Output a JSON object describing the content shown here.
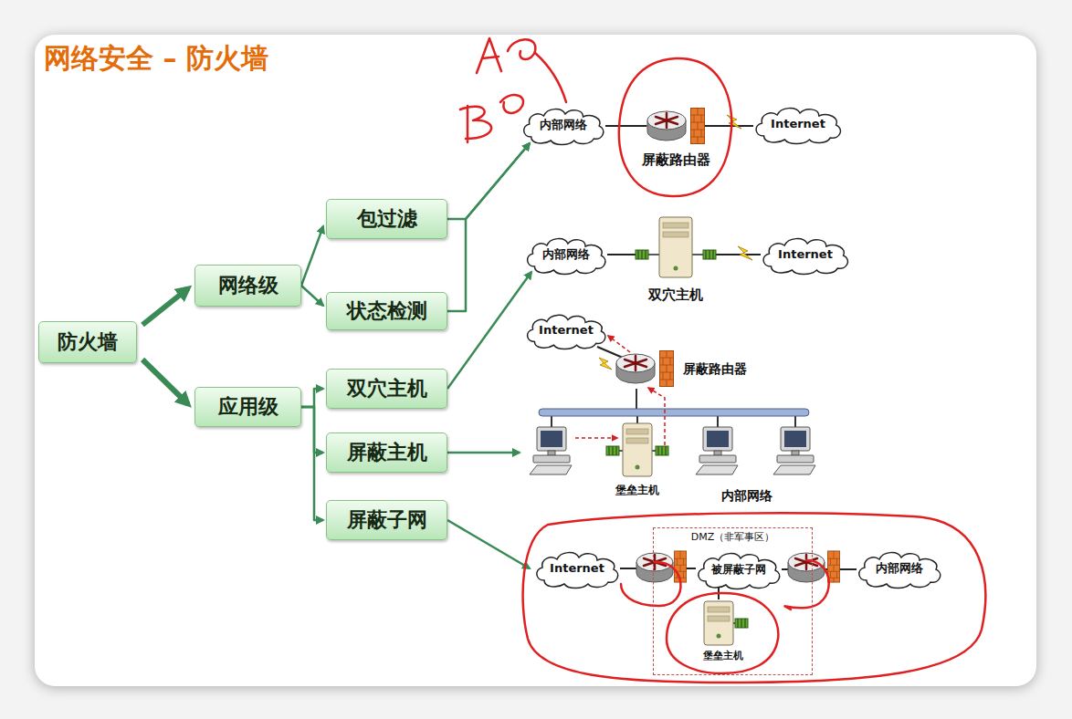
{
  "diagram": {
    "title": "网络安全 – 防火墙",
    "nodes": [
      {
        "text": [
          "防火墙"
        ]
      },
      {
        "text": [
          "网络级"
        ]
      },
      {
        "text": [
          "应用级"
        ]
      },
      {
        "text": [
          "包过滤"
        ]
      },
      {
        "text": [
          "状态检测"
        ]
      },
      {
        "text": [
          "双穴主机"
        ]
      },
      {
        "text": [
          "屏蔽主机"
        ]
      },
      {
        "text": [
          "屏蔽子网"
        ]
      },
      {
        "text": [
          "内部网络"
        ]
      },
      {
        "text": [
          "屏蔽路由器"
        ]
      },
      {
        "text": [
          "Internet"
        ]
      },
      {
        "text": [
          "内部网络"
        ]
      },
      {
        "text": [
          "双穴主机"
        ]
      },
      {
        "text": [
          "Internet"
        ]
      },
      {
        "text": [
          "Internet"
        ]
      },
      {
        "text": [
          "屏蔽路由器"
        ]
      },
      {
        "text": [
          "内部网络"
        ]
      },
      {
        "text": [
          "堡垒主机"
        ],
        "in": 16
      },
      {
        "text": [
          "Internet"
        ]
      },
      {
        "text": [
          "DMZ（非军事区）"
        ]
      },
      {
        "text": [
          "被屏蔽子网"
        ],
        "in": 19
      },
      {
        "text": [
          "内部网络"
        ]
      },
      {
        "text": [
          "堡垒主机"
        ],
        "in": 19
      }
    ],
    "edges": [
      {
        "from": 0,
        "to": 1,
        "arrow": "to"
      },
      {
        "from": 0,
        "to": 2,
        "arrow": "to"
      },
      {
        "from": 1,
        "to": 3,
        "arrow": "to"
      },
      {
        "from": 1,
        "to": 4,
        "arrow": "to"
      },
      {
        "from": 2,
        "to": 5,
        "arrow": "to"
      },
      {
        "from": 2,
        "to": 6,
        "arrow": "to"
      },
      {
        "from": 2,
        "to": 7,
        "arrow": "to"
      },
      {
        "from": 3,
        "to": 8,
        "arrow": "to"
      },
      {
        "from": 4,
        "to": 8,
        "arrow": "to"
      },
      {
        "from": 5,
        "to": 11,
        "arrow": "to"
      },
      {
        "from": 6,
        "to": 16,
        "arrow": "to"
      },
      {
        "from": 7,
        "to": 18,
        "arrow": "to"
      },
      {
        "from": 8,
        "to": 9,
        "arrow": "none"
      },
      {
        "from": 9,
        "to": 10,
        "arrow": "none"
      },
      {
        "from": 11,
        "to": 12,
        "arrow": "none"
      },
      {
        "from": 12,
        "to": 13,
        "arrow": "none"
      },
      {
        "from": 14,
        "to": 15,
        "arrow": "none"
      },
      {
        "from": 18,
        "to": 20,
        "arrow": "none"
      },
      {
        "from": 20,
        "to": 21,
        "arrow": "none"
      },
      {
        "from": 20,
        "to": 22,
        "arrow": "none"
      }
    ]
  }
}
